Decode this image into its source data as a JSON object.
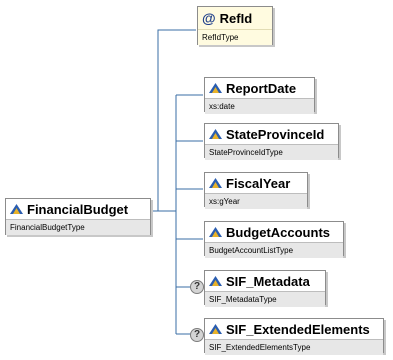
{
  "root": {
    "name": "FinancialBudget",
    "type": "FinancialBudgetType"
  },
  "attribute": {
    "symbol": "@",
    "name": "RefId",
    "type": "RefIdType"
  },
  "children": [
    {
      "name": "ReportDate",
      "type": "xs:date",
      "optional": false
    },
    {
      "name": "StateProvinceId",
      "type": "StateProvinceIdType",
      "optional": false
    },
    {
      "name": "FiscalYear",
      "type": "xs:gYear",
      "optional": false
    },
    {
      "name": "BudgetAccounts",
      "type": "BudgetAccountListType",
      "optional": false
    },
    {
      "name": "SIF_Metadata",
      "type": "SIF_MetadataType",
      "optional": true
    },
    {
      "name": "SIF_ExtendedElements",
      "type": "SIF_ExtendedElementsType",
      "optional": true
    }
  ],
  "optional_marker": "?",
  "colors": {
    "connector": "#3a6ea5",
    "icon_blue": "#2a5db0",
    "icon_yellow": "#e8b22a"
  }
}
